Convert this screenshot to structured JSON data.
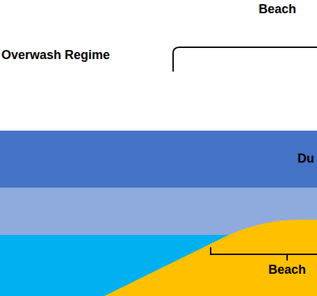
{
  "diagram": {
    "nodes": [
      {
        "text": [
          "Du"
        ]
      }
    ],
    "labels": [
      "Beach",
      "Overwash Regime",
      "Beach"
    ]
  }
}
